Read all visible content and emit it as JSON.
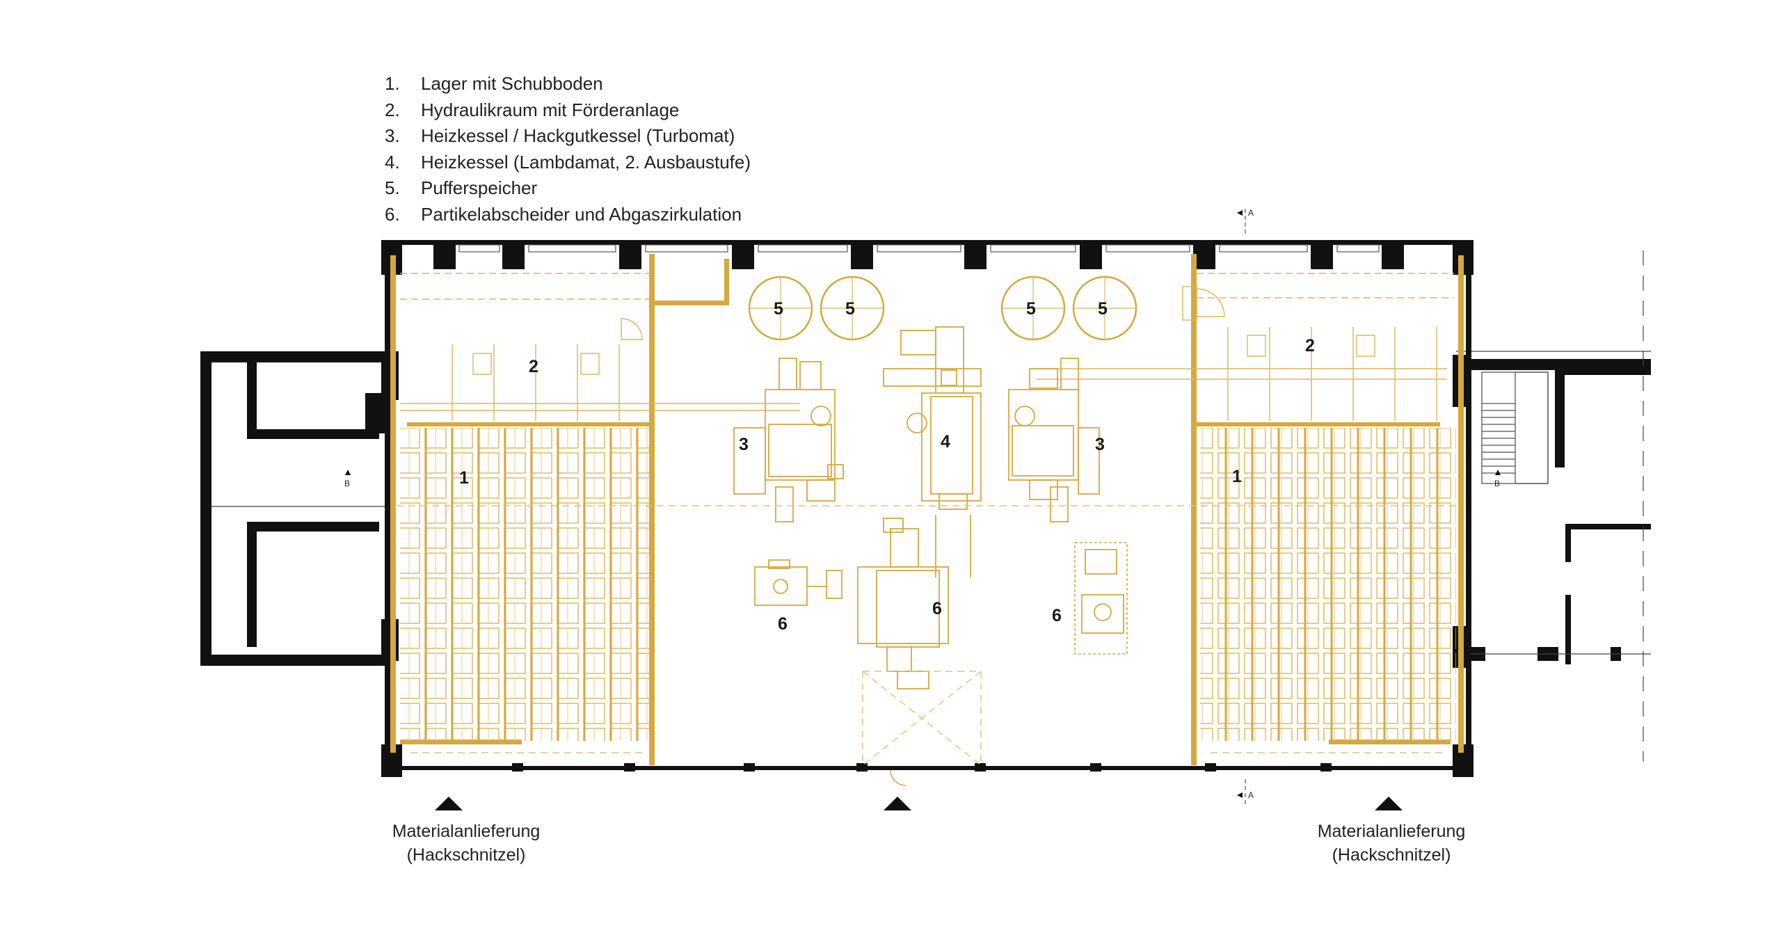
{
  "legend": [
    {
      "num": "1.",
      "text": "Lager mit Schubboden"
    },
    {
      "num": "2.",
      "text": "Hydraulikraum mit Förderanlage"
    },
    {
      "num": "3.",
      "text": "Heizkessel / Hackgutkessel (Turbomat)"
    },
    {
      "num": "4.",
      "text": "Heizkessel (Lambdamat, 2. Ausbaustufe)"
    },
    {
      "num": "5.",
      "text": "Pufferspeicher"
    },
    {
      "num": "6.",
      "text": "Partikelabscheider und Abgaszirkulation"
    }
  ],
  "delivery": {
    "left": {
      "line1": "Materialanlieferung",
      "line2": "(Hackschnitzel)"
    },
    "right": {
      "line1": "Materialanlieferung",
      "line2": "(Hackschnitzel)"
    }
  },
  "labels": {
    "store_left": "1",
    "store_right": "1",
    "hydraulic_left": "2",
    "hydraulic_right": "2",
    "boiler_left": "3",
    "boiler_right": "3",
    "boiler_center": "4",
    "buffer_1": "5",
    "buffer_2": "5",
    "buffer_3": "5",
    "buffer_4": "5",
    "particle_left": "6",
    "particle_center": "6",
    "particle_right": "6"
  },
  "section_marks": {
    "a_top": "A",
    "a_bottom": "A",
    "b_left": "B",
    "b_right": "B"
  },
  "colors": {
    "wall": "#111111",
    "equipment": "#d7a83e",
    "equipment_light": "#e6c57c",
    "background": "#ffffff"
  }
}
